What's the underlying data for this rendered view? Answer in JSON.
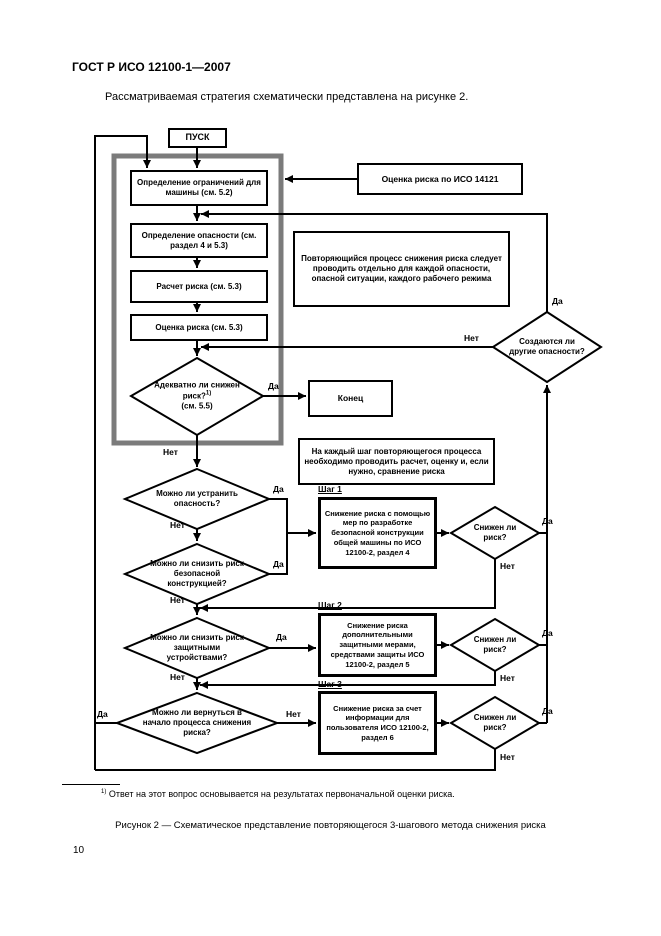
{
  "page": {
    "header": "ГОСТ Р ИСО 12100-1—2007",
    "intro": "Рассматриваемая стратегия схематически представлена на рисунке 2.",
    "footnote_marker": "1)",
    "footnote": "Ответ на этот вопрос основывается на результатах первоначальной оценки риска.",
    "caption": "Рисунок 2 — Схематическое представление повторяющегося 3-шагового метода снижения риска",
    "page_number": "10"
  },
  "flowchart": {
    "start_label": "ПУСК",
    "end_label": "Конец",
    "boxes": {
      "limits": "Определение ограничений для машины (см. 5.2)",
      "hazards": "Определение опасности (см. раздел 4 и 5.3)",
      "estimation": "Расчет риска (см. 5.3)",
      "evaluation": "Оценка риска (см. 5.3)",
      "iso14121": "Оценка риска по ИСО 14121",
      "note_iteration": "Повторяющийся процесс снижения риска следует проводить отдельно для каждой опасности, опасной ситуации, каждого рабочего режима",
      "note_each_step": "На каждый шаг повторяющегося процесса необходимо проводить расчет, оценку и, если нужно, сравнение риска"
    },
    "steps": [
      {
        "label": "Шаг 1",
        "text": "Снижение риска с помощью мер по разработке безопасной конструкции общей машины по ИСО 12100-2, раздел 4"
      },
      {
        "label": "Шаг 2",
        "text": "Снижение риска дополнительными защитными мерами, средствами защиты ИСО 12100-2, раздел 5"
      },
      {
        "label": "Шаг 3",
        "text": "Снижение риска за счет информации для пользователя ИСО 12100-2, раздел 6"
      }
    ],
    "decisions": {
      "adequate": "Адекватно ли снижен риск?",
      "adequate_sup": "1)",
      "adequate_ref": "(см. 5.5)",
      "other_hazards": "Создаются ли другие опасности?",
      "eliminate": "Можно ли устранить опасность?",
      "inherent_design": "Можно ли снизить риск безопасной конструкцией?",
      "safeguarding": "Можно ли снизить риск защитными устройствами?",
      "restart": "Можно ли вернуться в начало процесса снижения риска?",
      "risk_reduced": "Снижен ли риск?"
    },
    "labels": {
      "yes": "Да",
      "no": "Нет"
    }
  }
}
